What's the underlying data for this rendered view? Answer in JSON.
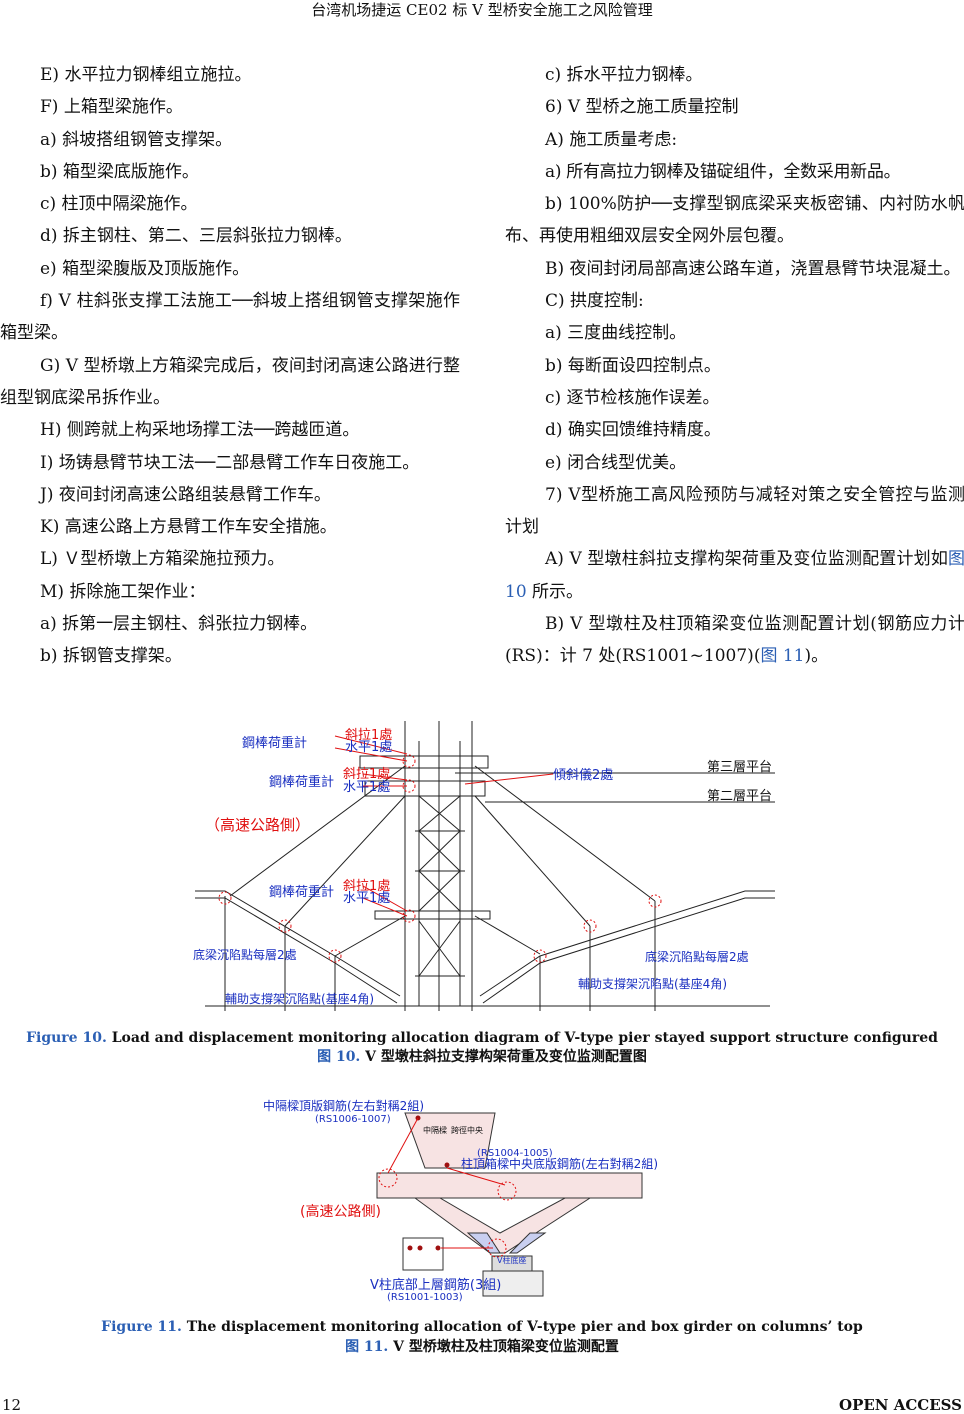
{
  "header": {
    "title": "台湾机场捷运 CE02 标 V 型桥安全施工之风险管理"
  },
  "left_column": [
    "E)  水平拉力钢棒组立施拉。",
    "F)  上箱型梁施作。",
    "a)  斜坡搭组钢管支撑架。",
    "b)  箱型梁底版施作。",
    "c)  柱顶中隔梁施作。",
    "d)  拆主钢柱、第二、三层斜张拉力钢棒。",
    "e)  箱型梁腹版及顶版施作。",
    "f)  V 柱斜张支撑工法施工──斜坡上搭组钢管支撑架施作箱型梁。",
    "G) V 型桥墩上方箱梁完成后，夜间封闭高速公路进行整组型钢底梁吊拆作业。",
    "H)  侧跨就上构采地场撑工法──跨越匝道。",
    "I)  场铸悬臂节块工法──二部悬臂工作车日夜施工。",
    "J)  夜间封闭高速公路组装悬臂工作车。",
    "K)  高速公路上方悬臂工作车安全措施。",
    "L)  Ｖ型桥墩上方箱梁施拉预力。",
    "M)  拆除施工架作业：",
    "a)  拆第一层主钢柱、斜张拉力钢棒。",
    "b)  拆钢管支撑架。"
  ],
  "right_column": {
    "p1": "c)  拆水平拉力钢棒。",
    "p2": "6) V 型桥之施工质量控制",
    "p3": "A)  施工质量考虑:",
    "p4": "a)  所有高拉力钢棒及锚碇组件，全数采用新品。",
    "p5": "b) 100%防护──支撑型钢底梁采夹板密铺、内衬防水帆布、再使用粗细双层安全网外层包覆。",
    "p6": "B)  夜间封闭局部高速公路车道，浇置悬臂节块混凝土。",
    "p7": "C)  拱度控制:",
    "p8": "a)  三度曲线控制。",
    "p9": "b)  每断面设四控制点。",
    "p10": "c)  逐节检核施作误差。",
    "p11": "d)  确实回馈维持精度。",
    "p12": "e)  闭合线型优美。",
    "p13": "7) V型桥施工高风险预防与减轻对策之安全管控与监测计划",
    "p14_a": "A)  V  型墩柱斜拉支撑构架荷重及变位监测配置计划如",
    "p14_link": "图 10",
    "p14_b": " 所示。",
    "p15_a": "B)  V  型墩柱及柱顶箱梁变位监测配置计划(钢筋应力计(RS)：计 7 处(RS1001~1007)(",
    "p15_link": "图 11",
    "p15_b": ")。"
  },
  "figure10": {
    "labels": {
      "load_gauge": "鋼棒荷重計",
      "diag": "斜拉1處",
      "horiz": "水平1處",
      "tilt": "傾斜儀2處",
      "level3": "第三層平台",
      "level2": "第二層平台",
      "highway": "（高速公路側）",
      "settle": "底梁沉陷點每層2處",
      "aux": "輔助支撐架沉陷點(基座4角)"
    },
    "caption_en_num": "Figure 10.",
    "caption_en": " Load and displacement monitoring allocation diagram of V-type pier stayed support structure configured",
    "caption_zh_num": "图 10.",
    "caption_zh": " V 型墩柱斜拉支撑构架荷重及变位监测配置图"
  },
  "figure11": {
    "labels": {
      "top_slab": "中隔樑頂版鋼筋(左右對稱2組)",
      "top_slab_rs": "(RS1006-1007)",
      "mid_rs": "(RS1004-1005)",
      "mid": "柱頂箱樑中央底版鋼筋(左右對稱2組)",
      "highway": "(高速公路側)",
      "base": "V柱底部上層鋼筋(3組)",
      "base_rs": "(RS1001-1003)",
      "diaphragm": "中隔樑",
      "midspan": "跨徑中央",
      "vbase": "V柱底座"
    },
    "caption_en_num": "Figure 11.",
    "caption_en": " The displacement monitoring allocation of V-type pier and box girder on columns’ top",
    "caption_zh_num": "图 11.",
    "caption_zh": " V 型桥墩柱及柱顶箱梁变位监测配置"
  },
  "footer": {
    "page": "12",
    "access": "OPEN ACCESS"
  },
  "colors": {
    "link": "#2b5fb4",
    "red": "#e01010",
    "blue": "#1a2fc0"
  }
}
